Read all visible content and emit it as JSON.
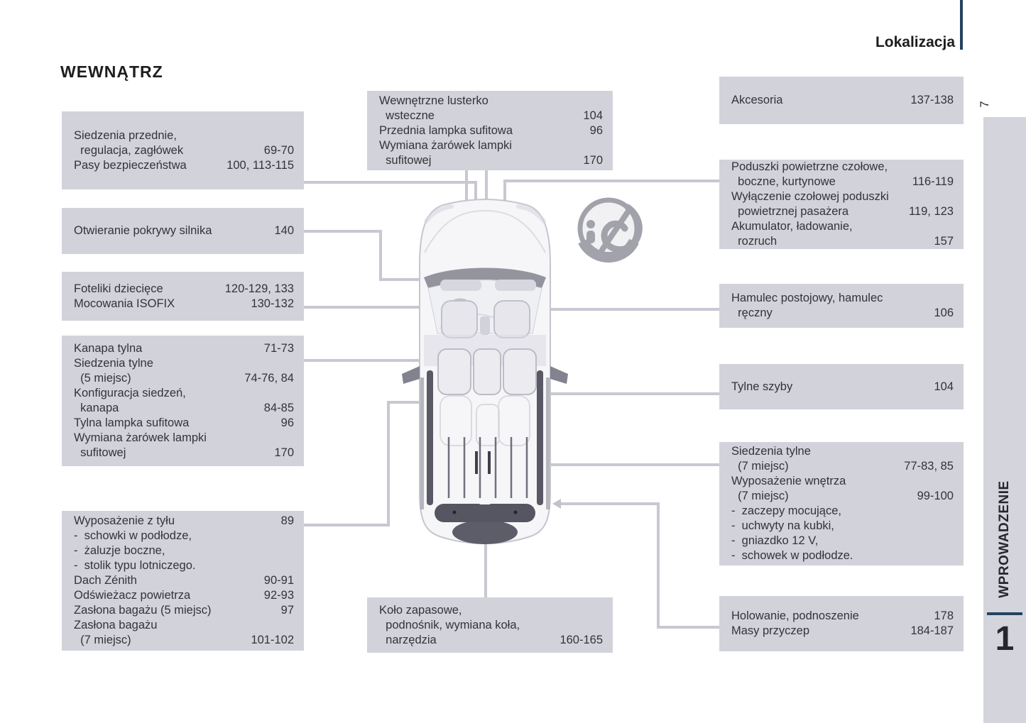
{
  "header": {
    "section_label": "Lokalizacja",
    "page_title": "WEWNĄTRZ"
  },
  "sidebar": {
    "page_number": "7",
    "chapter_label": "WPROWADZENIE",
    "chapter_number": "1"
  },
  "colors": {
    "box_bg": "#d2d2da",
    "connector": "#c8c8d2",
    "navy": "#24415f",
    "icon_gray": "#a2a2ab"
  },
  "diagram": {
    "vehicle": "van-top-view",
    "icon": "airbag-child-seat-warning-icon"
  },
  "callouts": {
    "front_seats": {
      "rows": [
        {
          "label": "Siedzenia przednie,",
          "pages": ""
        },
        {
          "label": "  regulacja, zagłówek",
          "pages": "69-70"
        },
        {
          "label": "Pasy bezpieczeństwa",
          "pages": "100, 113-115"
        }
      ]
    },
    "hood": {
      "rows": [
        {
          "label": "Otwieranie pokrywy silnika",
          "pages": "140"
        }
      ]
    },
    "child_seats": {
      "rows": [
        {
          "label": "Foteliki dziecięce",
          "pages": "120-129, 133"
        },
        {
          "label": "Mocowania ISOFIX",
          "pages": "130-132"
        }
      ]
    },
    "rear_bench": {
      "rows": [
        {
          "label": "Kanapa tylna",
          "pages": "71-73"
        },
        {
          "label": "Siedzenia tylne",
          "pages": ""
        },
        {
          "label": "  (5 miejsc)",
          "pages": "74-76, 84"
        },
        {
          "label": "Konfiguracja siedzeń,",
          "pages": ""
        },
        {
          "label": "  kanapa",
          "pages": "84-85"
        },
        {
          "label": "Tylna lampka sufitowa",
          "pages": "96"
        },
        {
          "label": "Wymiana żarówek lampki",
          "pages": ""
        },
        {
          "label": "  sufitowej",
          "pages": "170"
        }
      ]
    },
    "rear_equipment": {
      "rows": [
        {
          "label": "Wyposażenie z tyłu",
          "pages": "89"
        },
        {
          "label": "-  schowki w podłodze,",
          "pages": ""
        },
        {
          "label": "-  żaluzje boczne,",
          "pages": ""
        },
        {
          "label": "-  stolik typu lotniczego.",
          "pages": ""
        },
        {
          "label": "Dach Zénith",
          "pages": "90-91"
        },
        {
          "label": "Odświeżacz powietrza",
          "pages": "92-93"
        },
        {
          "label": "Zasłona bagażu (5 miejsc)",
          "pages": "97"
        },
        {
          "label": "Zasłona bagażu",
          "pages": ""
        },
        {
          "label": "  (7 miejsc)",
          "pages": "101-102"
        }
      ]
    },
    "mirror_lights": {
      "rows": [
        {
          "label": "Wewnętrzne lusterko",
          "pages": ""
        },
        {
          "label": "  wsteczne",
          "pages": "104"
        },
        {
          "label": "Przednia lampka sufitowa",
          "pages": "96"
        },
        {
          "label": "Wymiana żarówek lampki",
          "pages": ""
        },
        {
          "label": "  sufitowej",
          "pages": "170"
        }
      ]
    },
    "spare_wheel": {
      "rows": [
        {
          "label": "Koło zapasowe,",
          "pages": ""
        },
        {
          "label": "  podnośnik, wymiana koła,",
          "pages": ""
        },
        {
          "label": "  narzędzia",
          "pages": "160-165"
        }
      ]
    },
    "accessories": {
      "rows": [
        {
          "label": "Akcesoria",
          "pages": "137-138"
        }
      ]
    },
    "airbags_battery": {
      "rows": [
        {
          "label": "Poduszki powietrzne czołowe,",
          "pages": ""
        },
        {
          "label": "  boczne, kurtynowe",
          "pages": "116-119"
        },
        {
          "label": "Wyłączenie czołowej poduszki",
          "pages": ""
        },
        {
          "label": "  powietrznej pasażera",
          "pages": "119, 123"
        },
        {
          "label": "Akumulator, ładowanie,",
          "pages": ""
        },
        {
          "label": "  rozruch",
          "pages": "157"
        }
      ]
    },
    "handbrake": {
      "rows": [
        {
          "label": "Hamulec postojowy, hamulec",
          "pages": ""
        },
        {
          "label": "  ręczny",
          "pages": "106"
        }
      ]
    },
    "rear_windows": {
      "rows": [
        {
          "label": "Tylne szyby",
          "pages": "104"
        }
      ]
    },
    "rear_seats_7": {
      "rows": [
        {
          "label": "Siedzenia tylne",
          "pages": ""
        },
        {
          "label": "  (7 miejsc)",
          "pages": "77-83, 85"
        },
        {
          "label": "Wyposażenie wnętrza",
          "pages": ""
        },
        {
          "label": "  (7 miejsc)",
          "pages": "99-100"
        },
        {
          "label": "-  zaczepy mocujące,",
          "pages": ""
        },
        {
          "label": "-  uchwyty na kubki,",
          "pages": ""
        },
        {
          "label": "-  gniazdko 12 V,",
          "pages": ""
        },
        {
          "label": "-  schowek w podłodze.",
          "pages": ""
        }
      ]
    },
    "towing": {
      "rows": [
        {
          "label": "Holowanie, podnoszenie",
          "pages": "178"
        },
        {
          "label": "Masy przyczep",
          "pages": "184-187"
        }
      ]
    }
  }
}
